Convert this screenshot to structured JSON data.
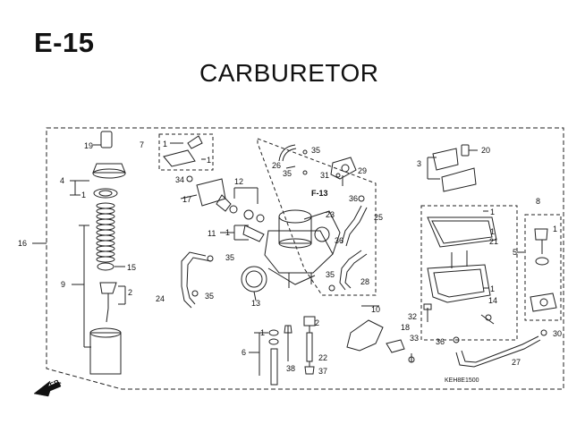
{
  "header": {
    "code": "E-15",
    "title": "CARBURETOR"
  },
  "footer": {
    "reference": "KEH8E1500",
    "direction": "FR."
  },
  "callouts": {
    "c1a": "1",
    "c1b": "1",
    "c1c": "1",
    "c1d": "1",
    "c1e": "1",
    "c1f": "1",
    "c1g": "1",
    "c1h": "1",
    "c2a": "2",
    "c2b": "2",
    "c3": "3",
    "c5": "5",
    "c6": "6",
    "c7": "7",
    "c8": "8",
    "c9": "9",
    "c10": "10",
    "c11": "11",
    "c12": "12",
    "c13": "13",
    "c14": "14",
    "c15": "15",
    "c16": "16",
    "c17": "17",
    "c18": "18",
    "c19": "19",
    "c20": "20",
    "c21": "21",
    "c22": "22",
    "c23": "23",
    "c24": "24",
    "c25": "25",
    "c26": "26",
    "c27": "27",
    "c28": "28",
    "c29": "29",
    "c30": "30",
    "c31": "31",
    "c32": "32",
    "c33": "33",
    "c34": "34",
    "c35a": "35",
    "c35b": "35",
    "c35c": "35",
    "c35d": "35",
    "c35e": "35",
    "c36a": "36",
    "c36b": "36",
    "c36c": "36",
    "c37": "37",
    "c38": "38",
    "c4": "4",
    "cf13": "F-13"
  },
  "icons": {
    "direction_arrow": "fr-arrow-icon"
  }
}
